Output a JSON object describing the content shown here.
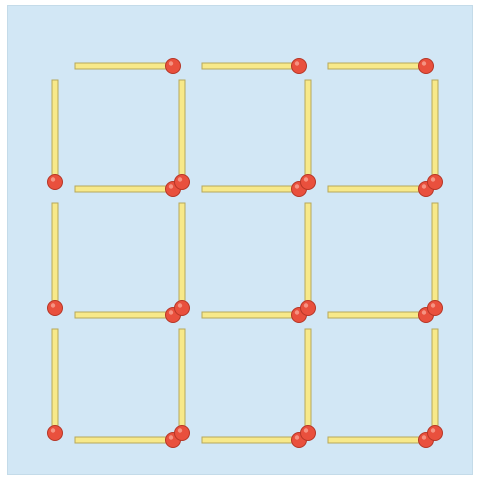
{
  "puzzle": {
    "grid": {
      "rows": 3,
      "cols": 3
    },
    "matchstick_count": 24,
    "colors": {
      "background": "#d2e7f5",
      "stick_body": "#f7e98a",
      "stick_edge": "#b7a85a",
      "match_head": "#e9503d",
      "match_head_edge": "#b63626"
    },
    "horizontal_sticks": [
      {
        "row": 0,
        "col": 0,
        "head": "right"
      },
      {
        "row": 0,
        "col": 1,
        "head": "right"
      },
      {
        "row": 0,
        "col": 2,
        "head": "right"
      },
      {
        "row": 1,
        "col": 0,
        "head": "right"
      },
      {
        "row": 1,
        "col": 1,
        "head": "right"
      },
      {
        "row": 1,
        "col": 2,
        "head": "right"
      },
      {
        "row": 2,
        "col": 0,
        "head": "right"
      },
      {
        "row": 2,
        "col": 1,
        "head": "right"
      },
      {
        "row": 2,
        "col": 2,
        "head": "right"
      },
      {
        "row": 3,
        "col": 0,
        "head": "right"
      },
      {
        "row": 3,
        "col": 1,
        "head": "right"
      },
      {
        "row": 3,
        "col": 2,
        "head": "right"
      }
    ],
    "vertical_sticks": [
      {
        "row": 0,
        "col": 0,
        "head": "bottom"
      },
      {
        "row": 0,
        "col": 1,
        "head": "bottom"
      },
      {
        "row": 0,
        "col": 2,
        "head": "bottom"
      },
      {
        "row": 0,
        "col": 3,
        "head": "bottom"
      },
      {
        "row": 1,
        "col": 0,
        "head": "bottom"
      },
      {
        "row": 1,
        "col": 1,
        "head": "bottom"
      },
      {
        "row": 1,
        "col": 2,
        "head": "bottom"
      },
      {
        "row": 1,
        "col": 3,
        "head": "bottom"
      },
      {
        "row": 2,
        "col": 0,
        "head": "bottom"
      },
      {
        "row": 2,
        "col": 1,
        "head": "bottom"
      },
      {
        "row": 2,
        "col": 2,
        "head": "bottom"
      },
      {
        "row": 2,
        "col": 3,
        "head": "bottom"
      }
    ]
  }
}
